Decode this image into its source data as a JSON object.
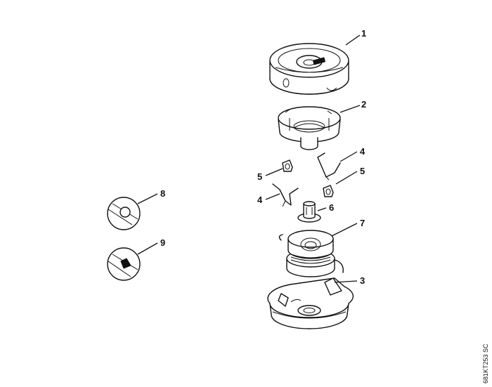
{
  "callouts": {
    "c1": "1",
    "c2": "2",
    "c3": "3",
    "c4a": "4",
    "c4b": "4",
    "c5a": "5",
    "c5b": "5",
    "c6": "6",
    "c7": "7",
    "c8": "8",
    "c9": "9"
  },
  "drawing_code": "681KT253 SC"
}
